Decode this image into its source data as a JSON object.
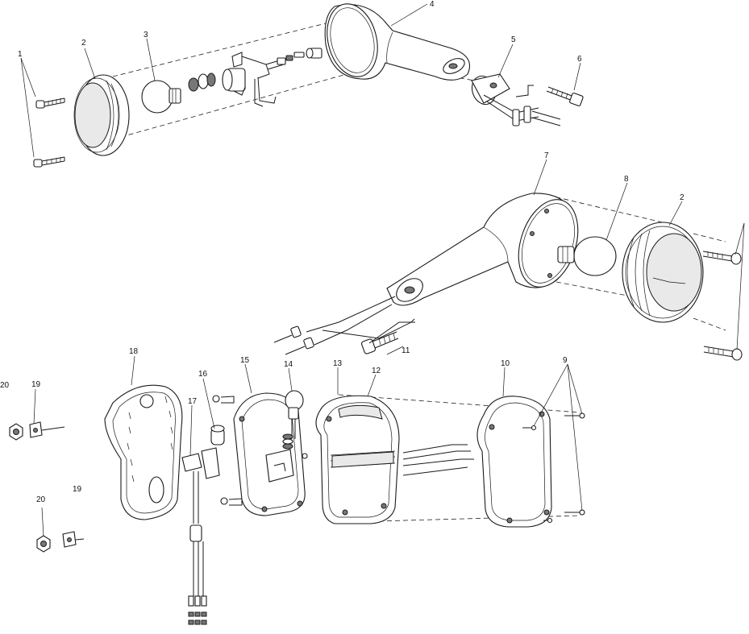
{
  "callouts": [
    "1",
    "2",
    "3",
    "4",
    "5",
    "6",
    "7",
    "8",
    "2",
    "11",
    "18",
    "20",
    "19",
    "16",
    "15",
    "14",
    "13",
    "12",
    "10",
    "9",
    "17",
    "20",
    "19"
  ]
}
